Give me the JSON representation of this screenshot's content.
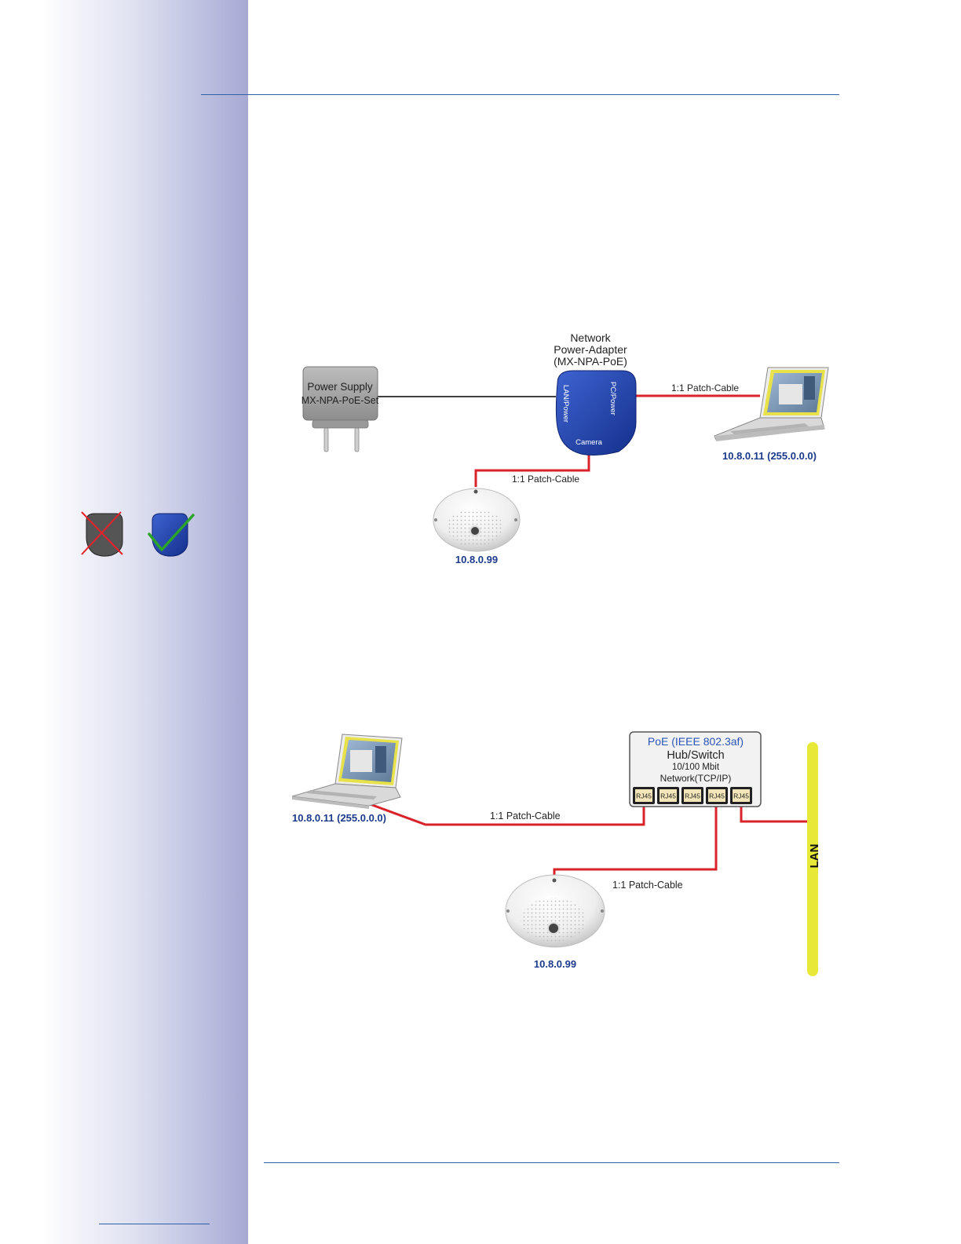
{
  "colors": {
    "rule": "#2f5fa6",
    "patch_cable": "#d8232a",
    "lan_bar": "#e8e838",
    "adapter_blue": "#1b3ba2",
    "ip_text": "#1c3a8c",
    "check_green": "#2aa52a",
    "cross_red": "#e8202a"
  },
  "diagram1": {
    "power_supply": {
      "line1": "Power Supply",
      "line2": "MX-NPA-PoE-Set"
    },
    "adapter": {
      "title1": "Network",
      "title2": "Power-Adapter",
      "title3": "(MX-NPA-PoE)",
      "port_lan": "LAN/Power",
      "port_pc": "PC/Power",
      "port_camera": "Camera"
    },
    "cable_laptop": "1:1 Patch-Cable",
    "cable_camera": "1:1 Patch-Cable",
    "laptop_ip": "10.8.0.11 (255.0.0.0)",
    "camera_ip": "10.8.0.99"
  },
  "diagram2": {
    "switch": {
      "line1": "PoE (IEEE 802.3af)",
      "line2": "Hub/Switch",
      "line3": "10/100 Mbit",
      "line4": "Network(TCP/IP)",
      "ports": [
        "RJ45",
        "RJ45",
        "RJ45",
        "RJ45",
        "RJ45"
      ]
    },
    "laptop_ip": "10.8.0.11 (255.0.0.0)",
    "cable_laptop": "1:1 Patch-Cable",
    "cable_camera": "1:1 Patch-Cable",
    "camera_ip": "10.8.0.99",
    "lan_label": "LAN"
  },
  "icons": {
    "wrong_adapter": "gray-adapter-crossed-icon",
    "right_adapter": "blue-adapter-check-icon"
  }
}
